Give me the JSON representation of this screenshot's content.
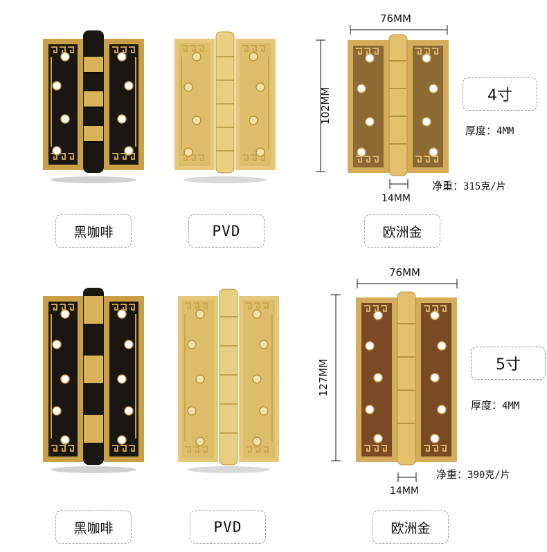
{
  "finishes": [
    "黑咖啡",
    "PVD",
    "欧洲金"
  ],
  "colors": {
    "black_leaf": "#1a1611",
    "gold_trim": "#c9a045",
    "pvd_gold": "#e5c879",
    "pvd_dark": "#c7a64e",
    "eu_bronze": "#7a4a25",
    "eu_gold": "#d4ad5c",
    "knuckle_gold": "#d8b35a"
  },
  "rows": [
    {
      "size_label": "4寸",
      "width_dim": "76MM",
      "height_dim": "102MM",
      "knuckle_dim": "14MM",
      "thickness_label": "厚度：",
      "thickness_value": "4MM",
      "weight_label": "净重：",
      "weight_value": "315克/片"
    },
    {
      "size_label": "5寸",
      "width_dim": "76MM",
      "height_dim": "127MM",
      "knuckle_dim": "14MM",
      "thickness_label": "厚度：",
      "thickness_value": "4MM",
      "weight_label": "净重：",
      "weight_value": "390克/片"
    }
  ]
}
